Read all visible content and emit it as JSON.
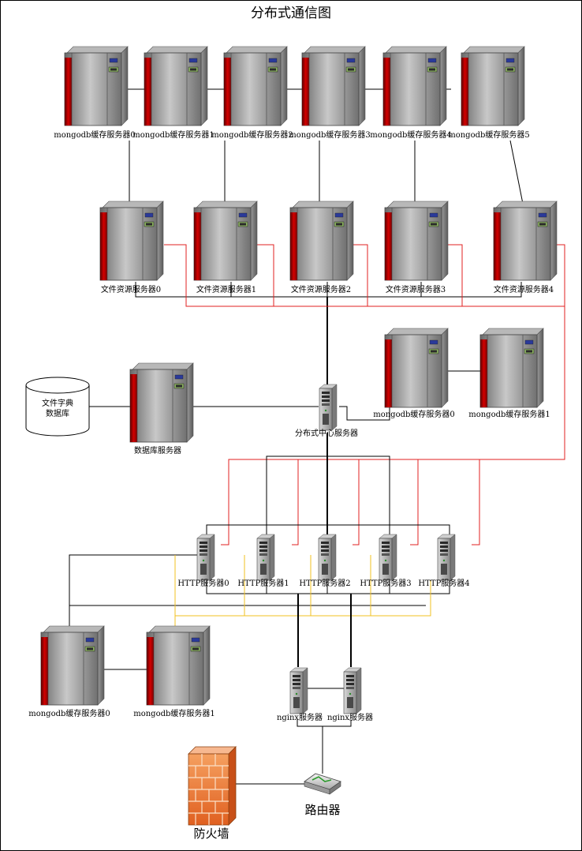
{
  "title": "分布式通信图",
  "colors": {
    "black_link": "#000000",
    "red_link": "#e02020",
    "yellow_link": "#f0c020",
    "server_red": "#c40000",
    "server_grey": "#8c8c8c"
  },
  "rack_servers": [
    {
      "label": "mongodb缓存服务器0"
    },
    {
      "label": "mongodb缓存服务器1"
    },
    {
      "label": "mongodb缓存服务器2"
    },
    {
      "label": "mongodb缓存服务器3"
    },
    {
      "label": "mongodb缓存服务器4"
    },
    {
      "label": "mongodb缓存服务器5"
    },
    {
      "label": "文件资源服务器0"
    },
    {
      "label": "文件资源服务器1"
    },
    {
      "label": "文件资源服务器2"
    },
    {
      "label": "文件资源服务器3"
    },
    {
      "label": "文件资源服务器4"
    },
    {
      "label": "mongodb缓存服务器0"
    },
    {
      "label": "mongodb缓存服务器1"
    },
    {
      "label": "数据库服务器"
    },
    {
      "label": "mongodb缓存服务器0"
    },
    {
      "label": "mongodb缓存服务器1"
    }
  ],
  "tower_servers": [
    {
      "label": "分布式中心服务器"
    },
    {
      "label": "HTTP服务器0"
    },
    {
      "label": "HTTP服务器1"
    },
    {
      "label": "HTTP服务器2"
    },
    {
      "label": "HTTP服务器3"
    },
    {
      "label": "HTTP服务器4"
    },
    {
      "label": "nginx服务器"
    },
    {
      "label": "nginx服务器"
    }
  ],
  "database": {
    "line1": "文件字典",
    "line2": "数据库"
  },
  "router": {
    "label": "路由器"
  },
  "firewall": {
    "label": "防火墙"
  }
}
